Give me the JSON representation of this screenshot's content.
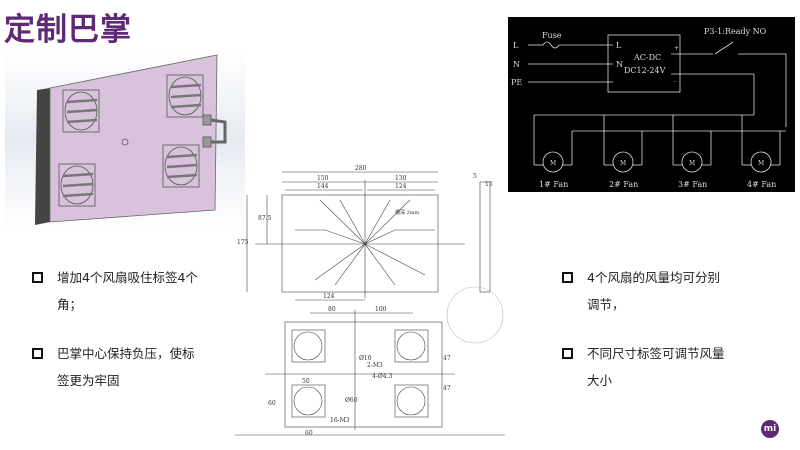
{
  "title": "定制巴掌",
  "accent_color": "#5e2a76",
  "schematic": {
    "fuse": "Fuse",
    "inputs": [
      "L",
      "N",
      "PE"
    ],
    "psu_pins": [
      "L",
      "N"
    ],
    "psu_line1": "AC-DC",
    "psu_line2": "DC12-24V",
    "plus": "+",
    "minus": "-",
    "switch": "P3-1:Ready NO",
    "motor": "M",
    "fans": [
      "1# Fan",
      "2# Fan",
      "3# Fan",
      "4# Fan"
    ]
  },
  "drawing": {
    "top_dims": [
      "280",
      "150",
      "130",
      "144",
      "124"
    ],
    "side_dims": [
      "87.5",
      "175"
    ],
    "bottom_dim": "124",
    "note": "槽深 2mm",
    "profile_dims": [
      "5",
      "15"
    ],
    "lower_dims": [
      "80",
      "100",
      "47",
      "47",
      "Ø10",
      "60",
      "60",
      "50",
      "Ø60",
      "16-M3",
      "2-M3",
      "4-Ø4.3"
    ]
  },
  "bullets_left": [
    "增加4个风扇吸住标签4个角；",
    "巴掌中心保持负压，使标签更为牢固"
  ],
  "bullets_right": [
    "4个风扇的风量均可分别调节，",
    "不同尺寸标签可调节风量大小"
  ],
  "logo_text": "mi"
}
